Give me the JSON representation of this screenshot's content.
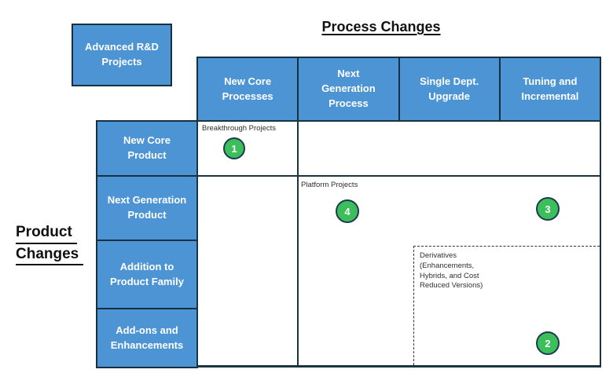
{
  "diagram": {
    "top_axis_title": "Process Changes",
    "left_axis_title": {
      "line1": "Product",
      "line2": "Changes"
    },
    "advanced_box_label": "Advanced R&D Projects",
    "column_headers": [
      "New Core Processes",
      "Next Generation Process",
      "Single Dept. Upgrade",
      "Tuning and Incremental"
    ],
    "row_headers": [
      "New Core Product",
      "Next Generation Product",
      "Addition to Product Family",
      "Add-ons and Enhancements"
    ],
    "regions": {
      "breakthrough": {
        "label": "Breakthrough Projects",
        "marker": "1"
      },
      "platform": {
        "label": "Platform Projects",
        "markers": [
          "4",
          "3"
        ]
      },
      "derivatives": {
        "label": "Derivatives (Enhancements, Hybrids, and Cost Reduced Versions)",
        "marker": "2"
      }
    },
    "colors": {
      "box_fill": "#4C94D4",
      "box_border": "#16303F",
      "grid_line": "#1A3442",
      "marker_fill": "#3CBE5B",
      "marker_border": "#1D3A52",
      "marker_text": "#FFFFFF",
      "dashed_line": "#333333"
    }
  }
}
